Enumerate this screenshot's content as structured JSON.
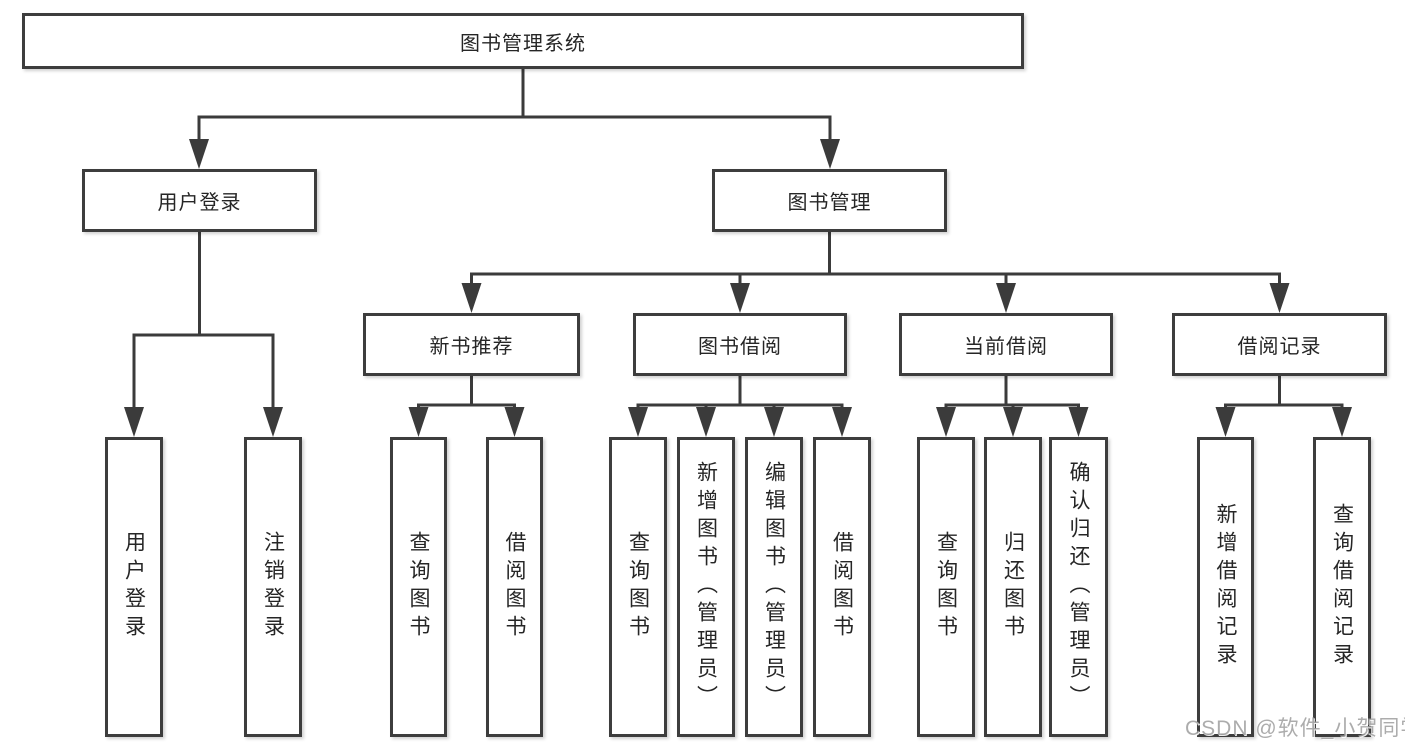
{
  "nodes": {
    "root": "图书管理系统",
    "level2": [
      "用户登录",
      "图书管理"
    ],
    "level3": [
      "新书推荐",
      "图书借阅",
      "当前借阅",
      "借阅记录"
    ],
    "leaves": [
      "用户登录",
      "注销登录",
      "查询图书",
      "借阅图书",
      "查询图书",
      "新增图书（管理员）",
      "编辑图书（管理员）",
      "借阅图书",
      "查询图书",
      "归还图书",
      "确认归还（管理员）",
      "新增借阅记录",
      "查询借阅记录"
    ]
  },
  "watermark": "CSDN @软件_小贺同学",
  "colors": {
    "line": "#3b3b3b",
    "box_border": "#3d3d3d",
    "text": "#262626",
    "watermark": "#9e9e9e",
    "background": "#ffffff"
  }
}
